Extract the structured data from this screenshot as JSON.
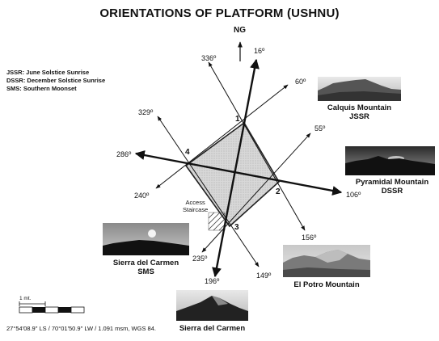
{
  "title": "ORIENTATIONS OF PLATFORM (USHNU)",
  "legend": [
    "JSSR: June Solstice Sunrise",
    "DSSR: December Solstice Sunrise",
    "SMS: Southern Moonset"
  ],
  "north_label": "NG",
  "bearings": {
    "b16": "16º",
    "b336": "336º",
    "b60": "60º",
    "b329": "329º",
    "b55": "55º",
    "b286": "286º",
    "b106": "106º",
    "b240": "240º",
    "b156": "156º",
    "b235": "235º",
    "b196": "196º",
    "b149": "149º"
  },
  "corners": [
    "1",
    "2",
    "3",
    "4"
  ],
  "access_label": [
    "Access",
    "Staircase"
  ],
  "photos": {
    "calquis": [
      "Calquis Mountain",
      "JSSR"
    ],
    "pyramidal": [
      "Pyramidal Mountain",
      "DSSR"
    ],
    "carmen_sms": [
      "Sierra del Carmen",
      "SMS"
    ],
    "potro": "El Potro Mountain",
    "carmen": "Sierra del Carmen"
  },
  "scale_label": "1 mt.",
  "coordinates": "27°54'08.9\" LS / 70°01'50.9\" LW /  1.091 msm, WGS 84."
}
